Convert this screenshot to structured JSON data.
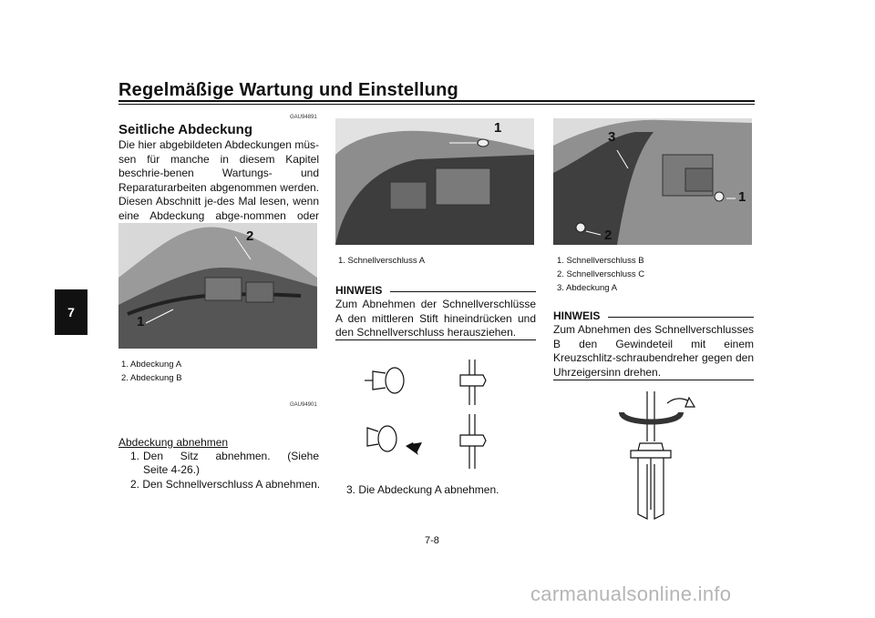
{
  "header": {
    "title": "Regelmäßige Wartung und Einstellung",
    "chapter_tab": "7"
  },
  "col1": {
    "code1": "GAU94891",
    "heading": "Seitliche Abdeckung",
    "intro": "Die hier abgebildeten Abdeckungen müs-sen für manche in diesem Kapitel beschrie-benen Wartungs- und Reparaturarbeiten abgenommen werden. Diesen Abschnitt je-des Mal lesen, wenn eine Abdeckung abge-nommen oder angebracht werden muss.",
    "photo_callouts": [
      "1",
      "2"
    ],
    "captions": [
      "1.  Abdeckung A",
      "2.  Abdeckung B"
    ],
    "code2": "GAU94901",
    "subheading": "Abdeckung abnehmen",
    "step1_num": "1.",
    "step1_a": "Den Sitz abnehmen. (Siehe",
    "step1_b": "Seite 4-26.)",
    "step2": "2.  Den Schnellverschluss A abnehmen."
  },
  "col2": {
    "photo_callouts": [
      "1"
    ],
    "captions": [
      "1.  Schnellverschluss A"
    ],
    "hinweis_title": "HINWEIS",
    "hinweis_text": "Zum Abnehmen der Schnellverschlüsse A den mittleren Stift hineindrücken und den Schnellverschluss herausziehen.",
    "step3": "3.  Die Abdeckung A abnehmen."
  },
  "col3": {
    "photo_callouts": [
      "3",
      "1",
      "2"
    ],
    "captions": [
      "1.  Schnellverschluss B",
      "2.  Schnellverschluss C",
      "3.  Abdeckung A"
    ],
    "hinweis_title": "HINWEIS",
    "hinweis_text": "Zum Abnehmen des Schnellverschlusses B den Gewindeteil mit einem Kreuzschlitz-schraubendreher gegen den Uhrzeigersinn drehen."
  },
  "footer": {
    "page_number": "7-8",
    "watermark": "carmanualsonline.info"
  }
}
